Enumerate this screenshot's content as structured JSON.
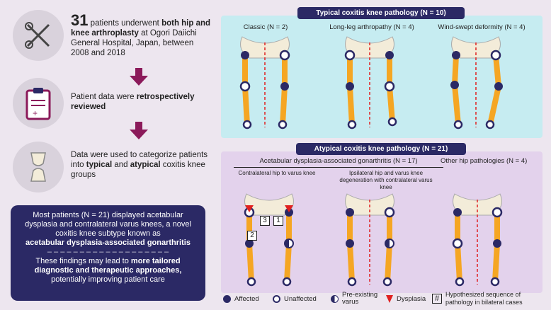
{
  "steps": [
    {
      "bold_num": "31",
      "pre": " patients underwent ",
      "bold1": "both hip and knee arthroplasty",
      "post": " at Ogori Daiichi General Hospital, Japan, between 2008 and 2018"
    },
    {
      "pre": "Patient data were ",
      "bold1": "retrospectively reviewed"
    },
    {
      "pre": "Data were used to categorize patients into ",
      "bold1": "typical",
      "mid": " and ",
      "bold2": "atypical",
      "post": " coxitis knee groups"
    }
  ],
  "summary": {
    "line1": "Most patients (N = 21) displayed acetabular dysplasia and contralateral varus knees, a novel coxitis knee subtype known as",
    "bold1": "acetabular dysplasia-associated gonarthritis",
    "divider": "– – – – – – – – – – – – – – – – – – –",
    "line2": "These findings may lead to",
    "bold2": "more tailored diagnostic and therapeutic approaches,",
    "line3": "potentially improving patient care"
  },
  "typical": {
    "title": "Typical coxitis knee pathology (N = 10)",
    "labels": [
      "Classic (N = 2)",
      "Long-leg arthropathy (N = 4)",
      "Wind-swept deformity (N = 4)"
    ]
  },
  "atypical": {
    "title": "Atypical coxitis knee pathology (N = 21)",
    "group_label": "Acetabular dysplasia-associated gonarthritis (N = 17)",
    "sub1": "Contralateral hip to varus knee",
    "sub2": "Ipsilateral hip and varus knee degeneration with contralateral varus knee",
    "other": "Other hip pathologies (N = 4)",
    "seq": [
      "3",
      "1",
      "2"
    ]
  },
  "legend": {
    "affected": "Affected",
    "unaffected": "Unaffected",
    "varus": "Pre-existing varus",
    "dysplasia": "Dysplasia",
    "hash_symbol": "#",
    "sequence": "Hypothesized sequence of pathology in bilateral cases"
  },
  "colors": {
    "navy": "#2b2965",
    "maroon": "#8b1a5a",
    "bone": "#f5a623",
    "typical_bg": "#c6ecf1",
    "atypical_bg": "#e3d2ec",
    "red": "#e02020"
  }
}
